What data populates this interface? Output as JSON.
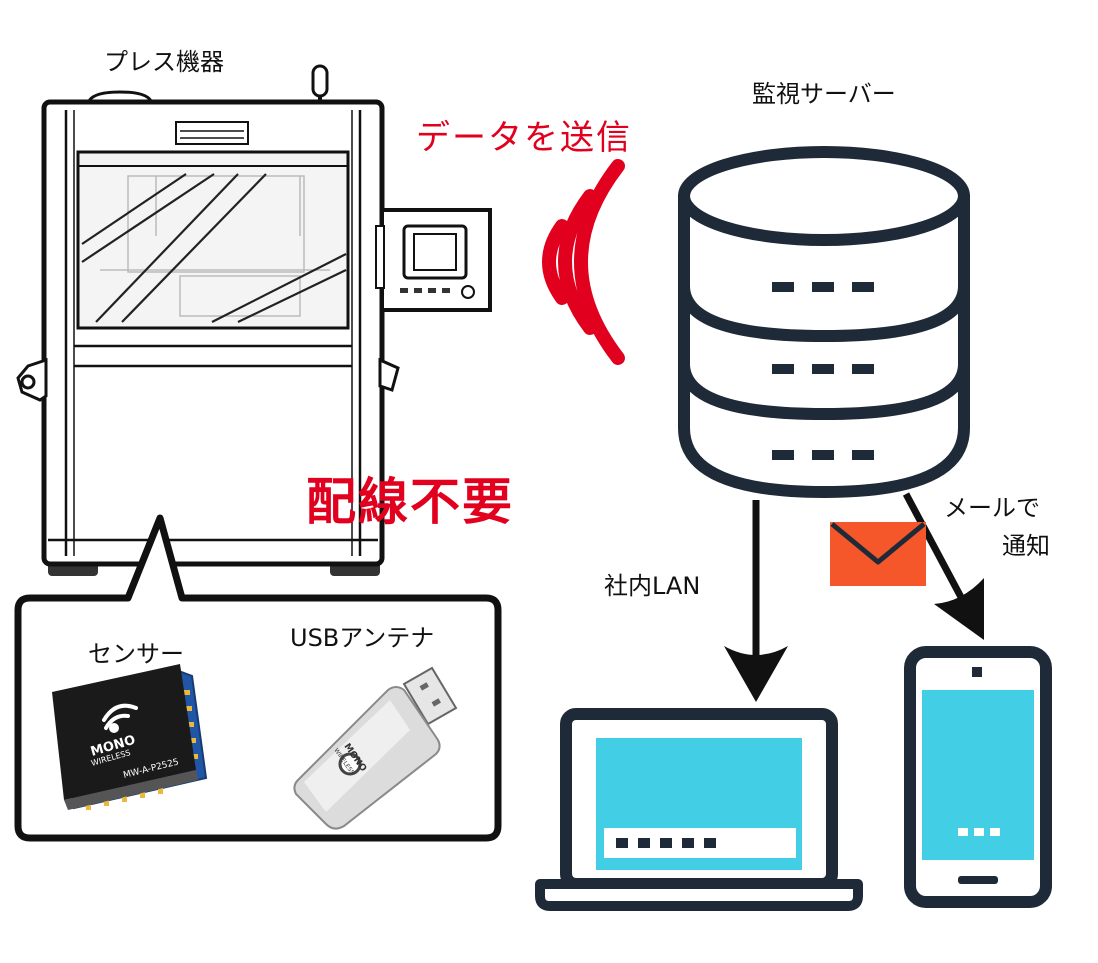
{
  "labels": {
    "press_machine": "プレス機器",
    "send_data": "データを送信",
    "monitoring_server": "監視サーバー",
    "no_wiring": "配線不要",
    "sensor": "センサー",
    "usb_antenna": "USBアンテナ",
    "internal_lan": "社内LAN",
    "email_notify_line1": "メールで",
    "email_notify_line2": "通知"
  },
  "sensor_module": {
    "brand_line1": "MONO",
    "brand_line2": "WIRELESS",
    "model": "MW-A-P2525"
  },
  "usb_stick": {
    "brand_line1": "MONO",
    "brand_line2": "WIRELESS"
  },
  "colors": {
    "accent_red": "#e1001e",
    "screen_cyan": "#42cfe6",
    "outline_navy": "#1e2a37",
    "mail_orange": "#f5572b"
  }
}
